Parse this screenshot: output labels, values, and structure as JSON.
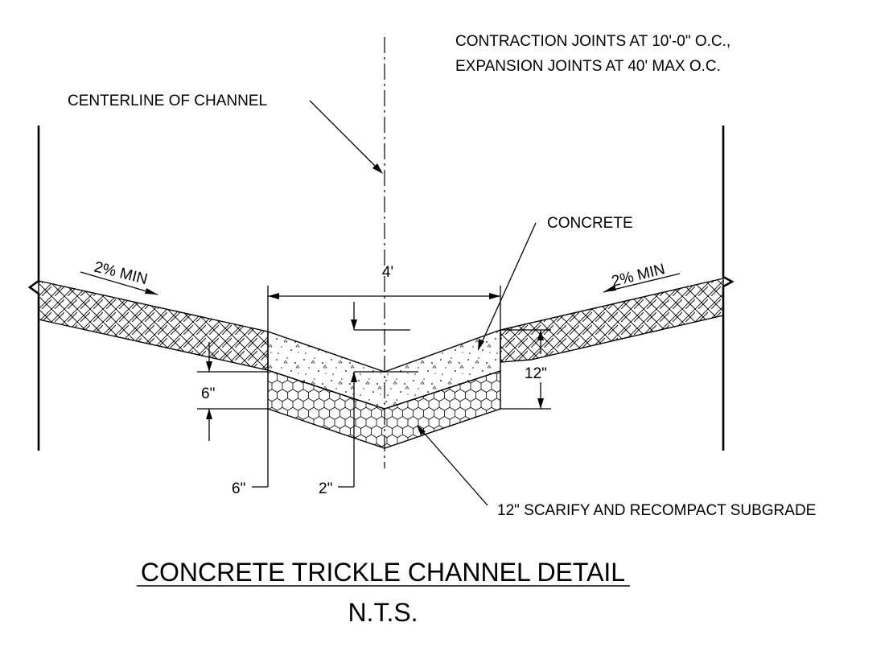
{
  "labels": {
    "joints_note_line1": "CONTRACTION JOINTS AT 10'-0\" O.C.,",
    "joints_note_line2": "EXPANSION JOINTS AT 40' MAX O.C.",
    "centerline": "CENTERLINE OF CHANNEL",
    "concrete": "CONCRETE",
    "slope_left": "2% MIN",
    "slope_right": "2% MIN",
    "dim_width": "4'",
    "dim_depth_right": "12\"",
    "dim_slab_left": "6\"",
    "dim_subgrade_left": "6\"",
    "dim_drop_center": "2\"",
    "subgrade_note": "12\" SCARIFY AND RECOMPACT SUBGRADE"
  },
  "title": {
    "main": "CONCRETE TRICKLE CHANNEL DETAIL",
    "scale": "N.T.S."
  },
  "colors": {
    "ink": "#000000",
    "paper": "#ffffff"
  }
}
